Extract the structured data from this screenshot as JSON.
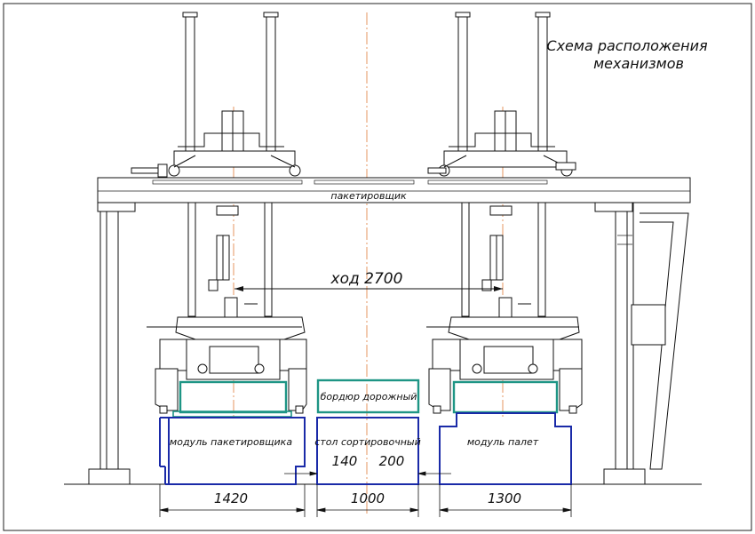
{
  "title": {
    "line1": "Схема расположения",
    "line2": "механизмов"
  },
  "labels": {
    "stacker_beam": "пакетировщик",
    "stroke": "ход 2700",
    "curb": "бордюр дорожный",
    "module_stacker": "модуль пакетировщика",
    "sorting_table": "стол сортировочный",
    "module_pallet": "модуль палет"
  },
  "dimensions": {
    "width_stacker": "1420",
    "width_table": "1000",
    "width_pallet": "1300",
    "gap_left": "140",
    "gap_right": "200"
  },
  "colors": {
    "line": "#111111",
    "centerline": "#e07b39",
    "module_blue": "#1a2aa8",
    "product_teal": "#1e9585"
  }
}
